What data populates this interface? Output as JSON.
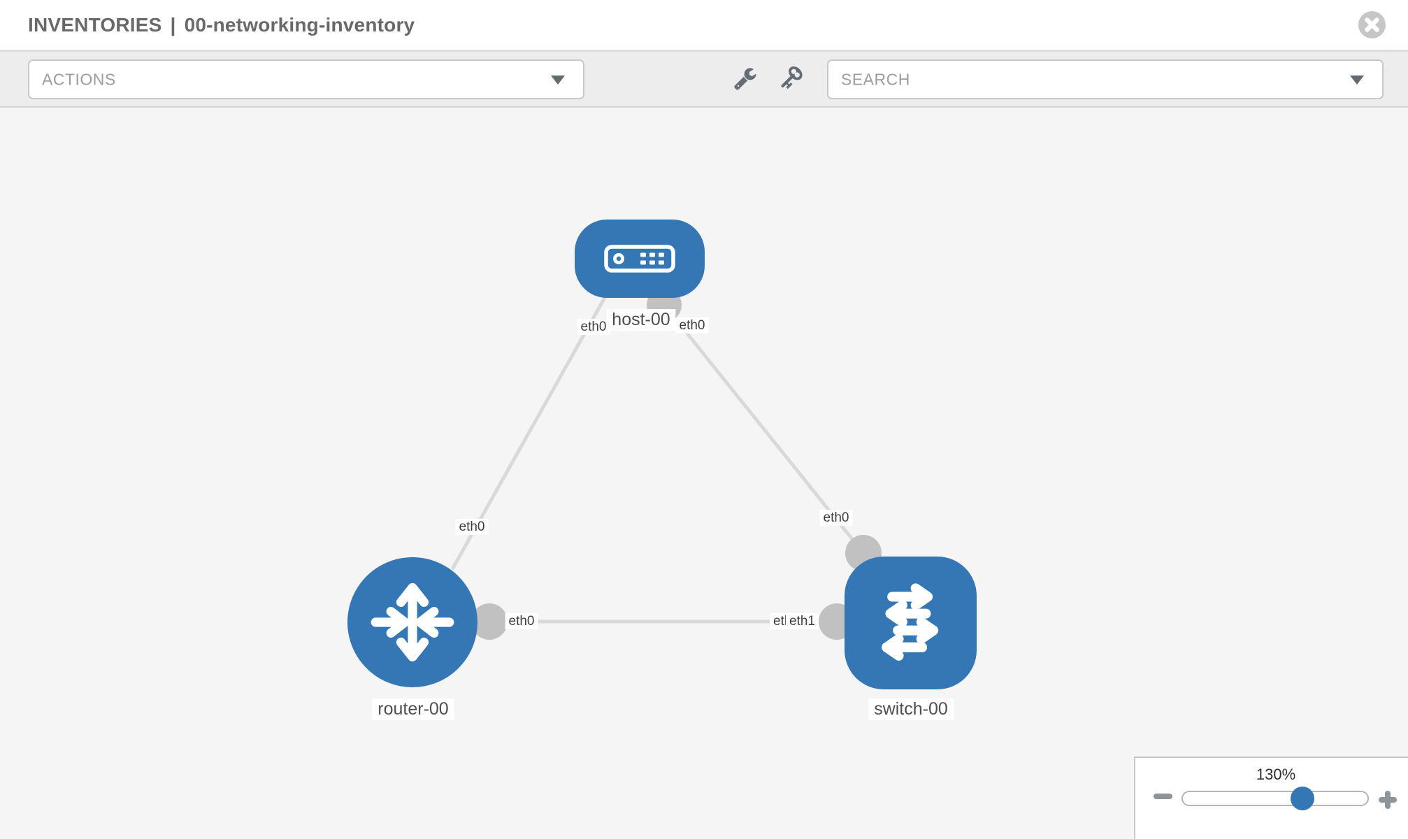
{
  "header": {
    "section": "INVENTORIES",
    "separator": "|",
    "inventory_name": "00-networking-inventory"
  },
  "toolbar": {
    "actions_label": "ACTIONS",
    "search_label": "SEARCH"
  },
  "icons": {
    "close": "close-icon",
    "actions_caret": "chevron-down-icon",
    "wrench": "wrench-icon",
    "key": "key-icon",
    "search_caret": "chevron-down-icon",
    "zoom_out": "minus-icon",
    "zoom_in": "plus-icon"
  },
  "topology": {
    "nodes": [
      {
        "label": "host-00",
        "type": "host"
      },
      {
        "label": "router-00",
        "type": "router"
      },
      {
        "label": "switch-00",
        "type": "switch"
      }
    ],
    "links": [
      {
        "from": "host-00",
        "to": "router-00",
        "from_interface": "eth0",
        "to_interface": "eth0"
      },
      {
        "from": "host-00",
        "to": "switch-00",
        "from_interface": "eth0",
        "to_interface": "eth0"
      },
      {
        "from": "router-00",
        "to": "switch-00",
        "from_interface": "eth0",
        "to_interface": "eth1",
        "to_interface_shadow": "eth1"
      }
    ]
  },
  "zoom_control": {
    "percent": "130%",
    "value": 130
  },
  "colors": {
    "node_blue": "#3577b4",
    "interface_gray": "#c1c1c1",
    "link_gray": "#d9d9d9",
    "canvas_bg": "#f5f5f5",
    "toolbar_bg": "#ededed"
  }
}
